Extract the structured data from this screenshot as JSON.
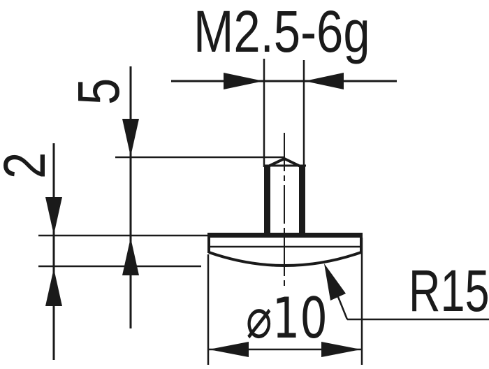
{
  "drawing": {
    "colors": {
      "ink": "#1a1a1a",
      "paper": "#ffffff"
    },
    "labels": {
      "thread": "M2.5-6g",
      "stud_length": "5",
      "head_thickness": "2",
      "diameter": "⌀10",
      "face_radius": "R15"
    }
  }
}
